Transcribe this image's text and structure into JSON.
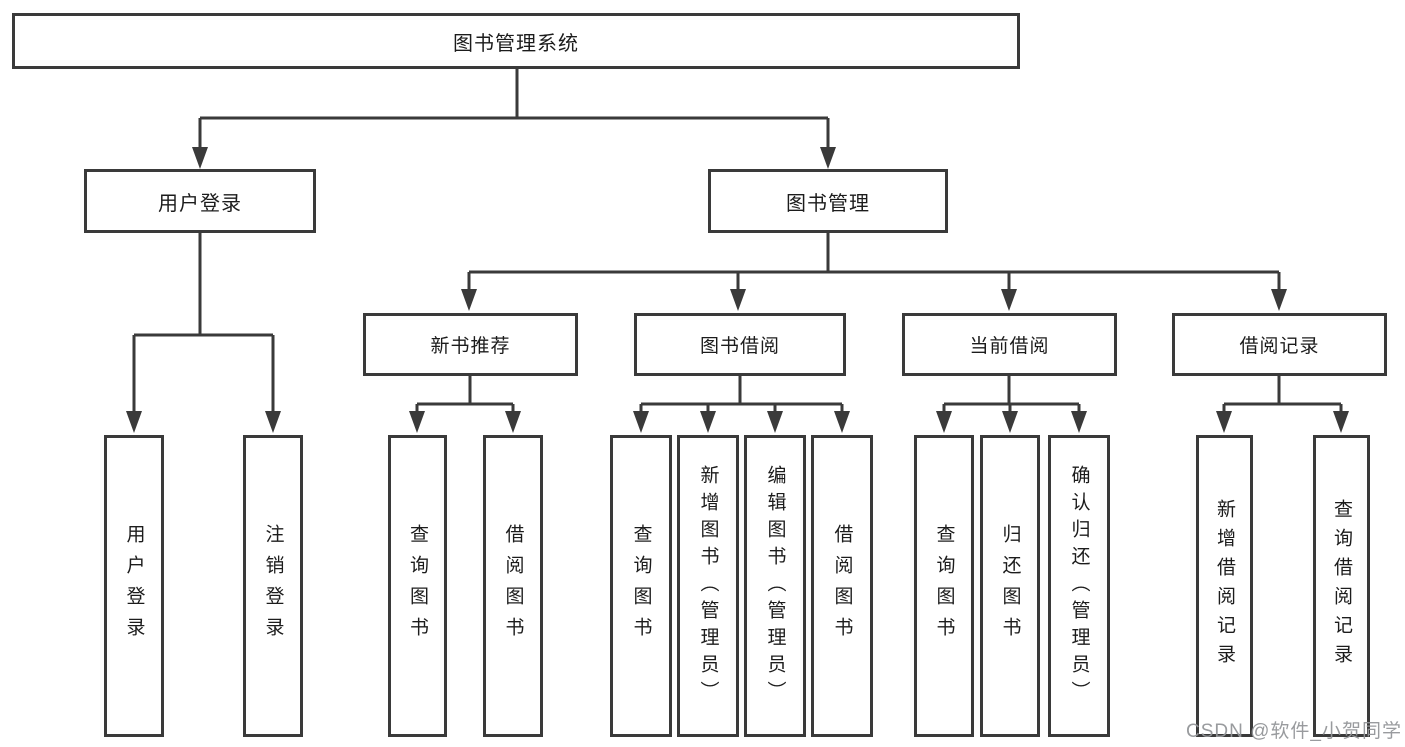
{
  "diagram": {
    "root": {
      "label": "图书管理系统"
    },
    "branches": [
      {
        "label": "用户登录",
        "leaves": [
          {
            "label": "用户登录"
          },
          {
            "label": "注销登录"
          }
        ]
      },
      {
        "label": "图书管理",
        "groups": [
          {
            "label": "新书推荐",
            "leaves": [
              {
                "label": "查询图书"
              },
              {
                "label": "借阅图书"
              }
            ]
          },
          {
            "label": "图书借阅",
            "leaves": [
              {
                "label": "查询图书"
              },
              {
                "label": "新增图书（管理员）"
              },
              {
                "label": "编辑图书（管理员）"
              },
              {
                "label": "借阅图书"
              }
            ]
          },
          {
            "label": "当前借阅",
            "leaves": [
              {
                "label": "查询图书"
              },
              {
                "label": "归还图书"
              },
              {
                "label": "确认归还（管理员）"
              }
            ]
          },
          {
            "label": "借阅记录",
            "leaves": [
              {
                "label": "新增借阅记录"
              },
              {
                "label": "查询借阅记录"
              }
            ]
          }
        ]
      }
    ]
  },
  "watermark": "CSDN @软件_小贺同学",
  "colors": {
    "line": "#3a3a3a",
    "box_border": "#3a3a3a",
    "text": "#1c1c1c",
    "watermark": "#949699",
    "background": "#ffffff"
  }
}
